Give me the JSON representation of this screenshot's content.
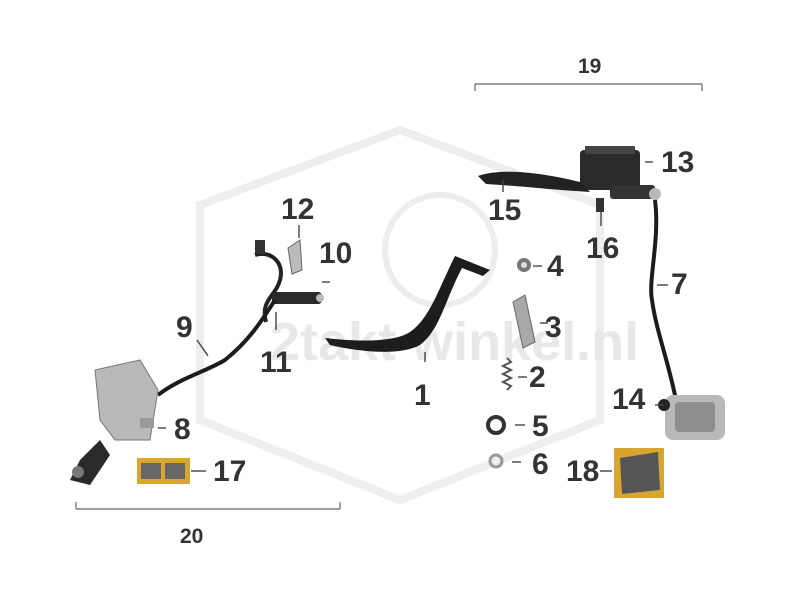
{
  "colors": {
    "part_dark": "#2a2a2a",
    "part_mid": "#555555",
    "metal": "#b9b9b9",
    "pad_gold": "#d9a531",
    "label": "#333333",
    "watermark": "#ececec"
  },
  "watermark": {
    "text": "2takt winkel.nl"
  },
  "labels": {
    "p1": "1",
    "p2": "2",
    "p3": "3",
    "p4": "4",
    "p5": "5",
    "p6": "6",
    "p7": "7",
    "p8": "8",
    "p9": "9",
    "p10": "10",
    "p11": "11",
    "p12": "12",
    "p13": "13",
    "p14": "14",
    "p15": "15",
    "p16": "16",
    "p17": "17",
    "p18": "18",
    "p19": "19",
    "p20": "20"
  }
}
